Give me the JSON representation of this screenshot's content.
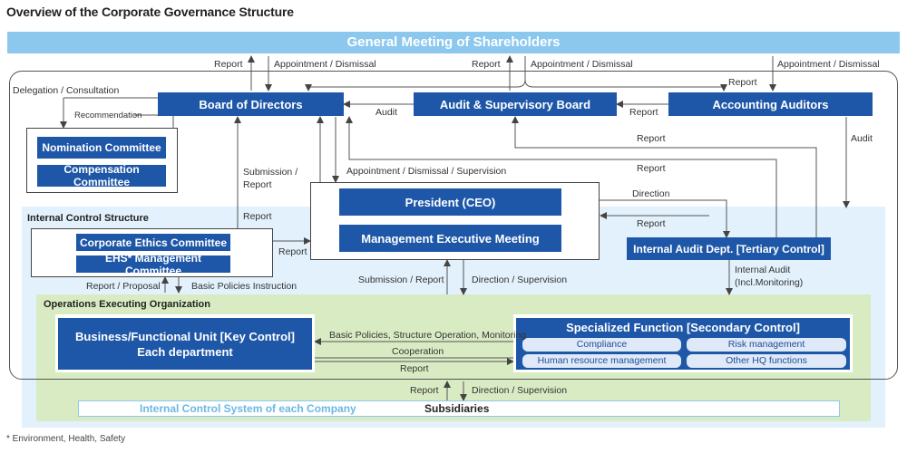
{
  "title": "Overview of the Corporate Governance Structure",
  "general_meeting": "General Meeting of Shareholders",
  "board": "Board of Directors",
  "audit_board": "Audit & Supervisory Board",
  "accounting_auditors": "Accounting Auditors",
  "nomination": "Nomination Committee",
  "compensation": "Compensation Committee",
  "internal_control_structure": "Internal Control Structure",
  "president": "President (CEO)",
  "mem": "Management Executive Meeting",
  "ethics": "Corporate Ethics Committee",
  "ehs": "EHS* Management Committee",
  "internal_audit": "Internal Audit Dept. [Tertiary Control]",
  "oeo": "Operations Executing Organization",
  "business_unit_line1": "Business/Functional Unit [Key Control]",
  "business_unit_line2": "Each department",
  "specialized": "Specialized Function [Secondary Control]",
  "pills": {
    "compliance": "Compliance",
    "risk": "Risk management",
    "hr": "Human resource management",
    "other": "Other HQ functions"
  },
  "ics_company": "Internal Control System of each Company",
  "subsidiaries": "Subsidiaries",
  "footnote": "* Environment, Health, Safety",
  "labels": {
    "report1": "Report",
    "appt1": "Appointment / Dismissal",
    "report2": "Report",
    "appt2": "Appointment / Dismissal",
    "appt3": "Appointment / Dismissal",
    "report_aa_top": "Report",
    "delegation": "Delegation / Consultation",
    "recommendation": "Recommendation",
    "audit_ab": "Audit",
    "report_aa_ab": "Report",
    "report_long1": "Report",
    "audit_right": "Audit",
    "submission_report": "Submission /\nReport",
    "appt_supervision": "Appointment / Dismissal / Supervision",
    "report_long2": "Report",
    "direction": "Direction",
    "report_ica": "Report",
    "report_ics": "Report",
    "report_committees": "Report",
    "report_proposal": "Report / Proposal",
    "basic_policies": "Basic Policies Instruction",
    "submission_report2": "Submission / Report",
    "direction_supervision": "Direction / Supervision",
    "internal_audit_line1": "Internal Audit",
    "internal_audit_line2": "(Incl.Monitoring)",
    "basic_policies_ops": "Basic Policies, Structure Operation, Monitoring",
    "cooperation": "Cooperation",
    "report_ops": "Report",
    "report_sub": "Report",
    "direction_sub": "Direction / Supervision"
  },
  "colors": {
    "box_blue": "#1e57a8",
    "light_blue": "#8cc8ee",
    "ics_bg": "#e2f1fb",
    "oeo_bg": "#d9ebc3"
  }
}
